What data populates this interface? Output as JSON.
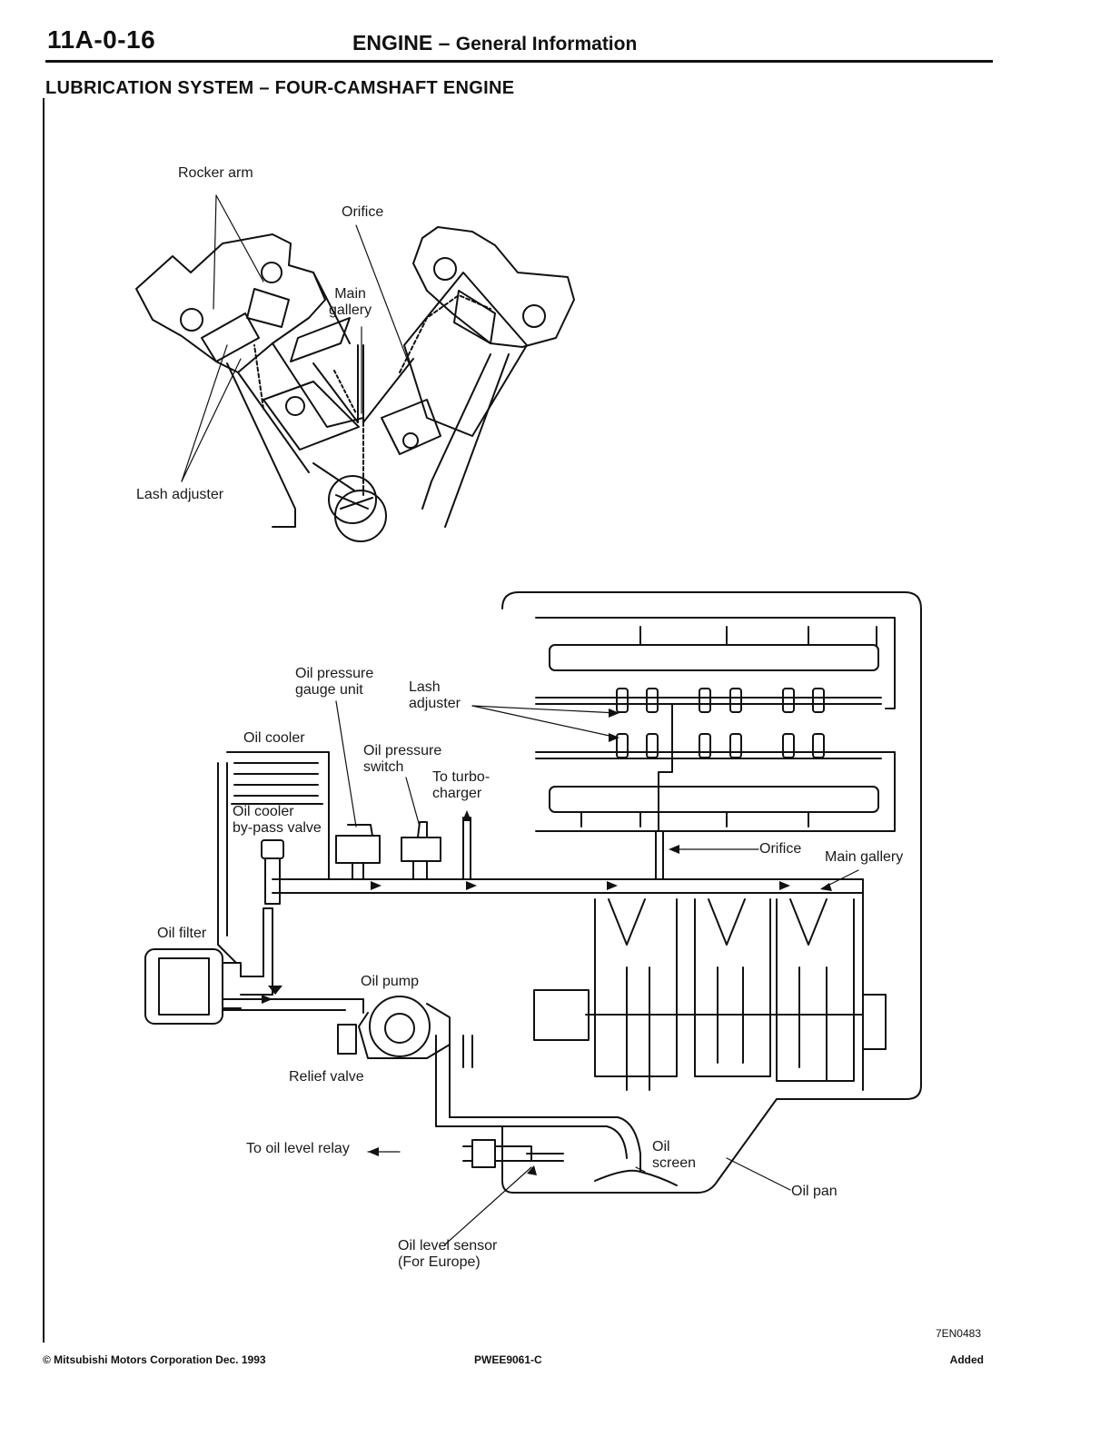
{
  "header": {
    "page_number": "11A-0-16",
    "title": "ENGINE",
    "dash": "–",
    "subtitle": "General Information"
  },
  "section_title": "LUBRICATION SYSTEM – FOUR-CAMSHAFT ENGINE",
  "engine_section_labels": {
    "rocker_arm": "Rocker arm",
    "orifice": "Orifice",
    "main_gallery": "Main\ngallery",
    "lash_adjuster": "Lash adjuster"
  },
  "schematic_labels": {
    "oil_pressure_gauge_unit": "Oil pressure\ngauge unit",
    "lash_adjuster": "Lash\nadjuster",
    "oil_cooler": "Oil cooler",
    "oil_pressure_switch": "Oil pressure\nswitch",
    "to_turbocharger": "To turbo-\ncharger",
    "oil_cooler_bypass_valve": "Oil cooler\nby-pass valve",
    "orifice": "Orifice",
    "main_gallery": "Main gallery",
    "oil_filter": "Oil filter",
    "oil_pump": "Oil pump",
    "relief_valve": "Relief valve",
    "to_oil_level_relay": "To oil level relay",
    "oil_screen": "Oil\nscreen",
    "oil_pan": "Oil pan",
    "oil_level_sensor": "Oil level sensor\n(For Europe)"
  },
  "figure_code": "7EN0483",
  "footer": {
    "copyright": "© Mitsubishi Motors Corporation   Dec. 1993",
    "doc_number": "PWEE9061-C",
    "status": "Added"
  }
}
